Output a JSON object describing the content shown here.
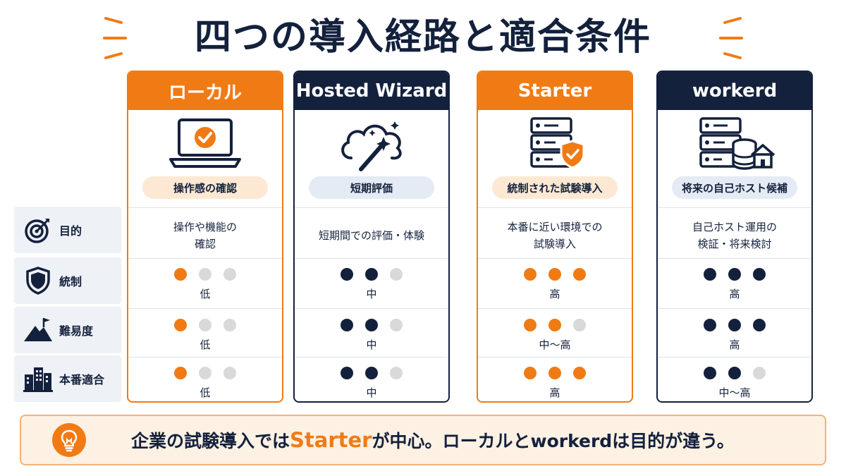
{
  "title": "四つの導入経路と適合条件",
  "colors": {
    "orange": "#f07b15",
    "navy": "#14213d",
    "inactive": "#d9d9d9"
  },
  "rows": [
    {
      "label": "目的",
      "icon": "target-icon"
    },
    {
      "label": "統制",
      "icon": "shield-icon"
    },
    {
      "label": "難易度",
      "icon": "mountain-flag-icon"
    },
    {
      "label": "本番適合",
      "icon": "buildings-icon"
    }
  ],
  "cards": [
    {
      "name": "ローカル",
      "theme": "orange",
      "icon": "laptop-check-icon",
      "tag": "操作感の確認",
      "purpose": [
        "操作や機能の",
        "確認"
      ],
      "control": {
        "level": 1,
        "label": "低"
      },
      "difficulty": {
        "level": 1,
        "label": "低"
      },
      "production": {
        "level": 1,
        "label": "低"
      }
    },
    {
      "name": "Hosted Wizard",
      "theme": "navy",
      "icon": "cloud-magic-wand-icon",
      "tag": "短期評価",
      "purpose": [
        "短期間での評価・体験"
      ],
      "control": {
        "level": 2,
        "label": "中"
      },
      "difficulty": {
        "level": 2,
        "label": "中"
      },
      "production": {
        "level": 2,
        "label": "中"
      }
    },
    {
      "name": "Starter",
      "theme": "orange",
      "icon": "server-shield-icon",
      "tag": "統制された試験導入",
      "purpose": [
        "本番に近い環境での",
        "試験導入"
      ],
      "control": {
        "level": 3,
        "label": "高"
      },
      "difficulty": {
        "level": 2,
        "label": "中～高"
      },
      "production": {
        "level": 3,
        "label": "高"
      }
    },
    {
      "name": "workerd",
      "theme": "navy",
      "icon": "server-database-home-icon",
      "tag": "将来の自己ホスト候補",
      "purpose": [
        "自己ホスト運用の",
        "検証・将来検討"
      ],
      "control": {
        "level": 3,
        "label": "高"
      },
      "difficulty": {
        "level": 3,
        "label": "高"
      },
      "production": {
        "level": 2,
        "label": "中～高"
      }
    }
  ],
  "banner": {
    "icon": "lightbulb-icon",
    "before": "企業の試験導入では",
    "highlight": "Starter",
    "after": "が中心。ローカルとworkerdは目的が違う。"
  }
}
